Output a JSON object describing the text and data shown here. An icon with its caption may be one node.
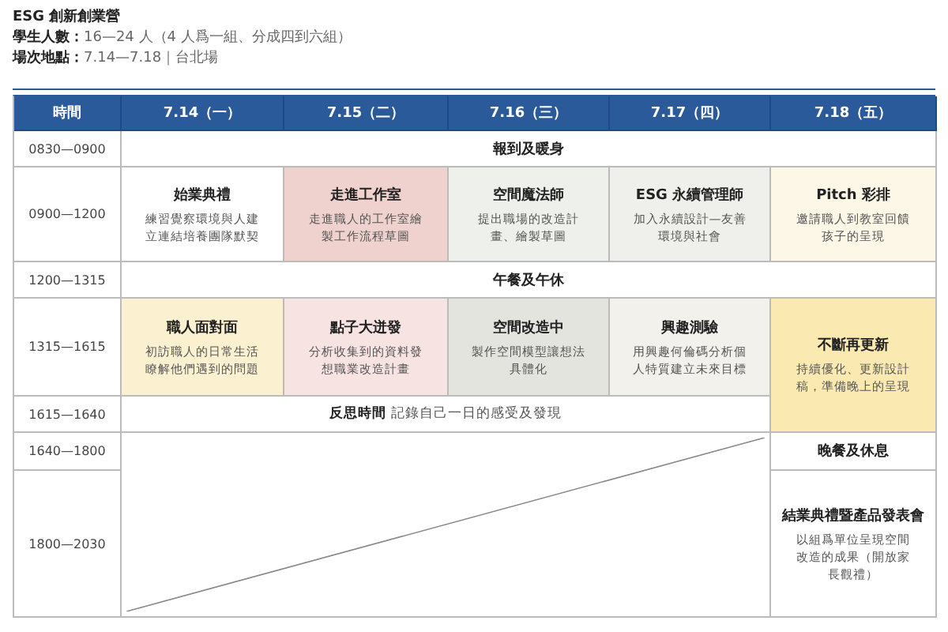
{
  "diagram": {
    "title": "ESG 創新創業營",
    "labels": [
      "**學生人數：**16—24 人（4 人爲一組、分成四到六組）",
      "**場次地點：**7.14—7.18｜台北場",
      "時間",
      "7.14（一）",
      "7.15（二）",
      "7.16（三）",
      "7.17（四）",
      "7.18（五）",
      "0830—0900",
      "報到及暖身",
      "0900—1200",
      "始業典禮",
      "練習覺察環境與人建立連結培養團隊默契",
      "走進工作室",
      "走進職人的工作室繪製工作流程草圖",
      "空間魔法師",
      "提出職場的改造計畫、繪製草圖",
      "ESG 永續管理師",
      "加入永續設計—友善環境與社會",
      "Pitch 彩排",
      "邀請職人到教室回饋孩子的呈現",
      "1200—1315",
      "午餐及午休",
      "1315—1615",
      "職人面對面",
      "初訪職人的日常生活瞭解他們遇到的問題",
      "點子大迸發",
      "分析收集到的資料發想職業改造計畫",
      "空間改造中",
      "製作空間模型讓想法具體化",
      "興趣測驗",
      "用興趣何倫碼分析個人特質建立未來目標",
      "不斷再更新",
      "持續優化、更新設計稿，準備晚上的呈現",
      "1615—1640",
      "**反思時間** 記錄自己一日的感受及發現",
      "1640—1800",
      "晚餐及休息",
      "1800—2030",
      "結業典禮暨產品發表會",
      "以組爲單位呈現空間改造的成果（開放家長觀禮）"
    ]
  }
}
